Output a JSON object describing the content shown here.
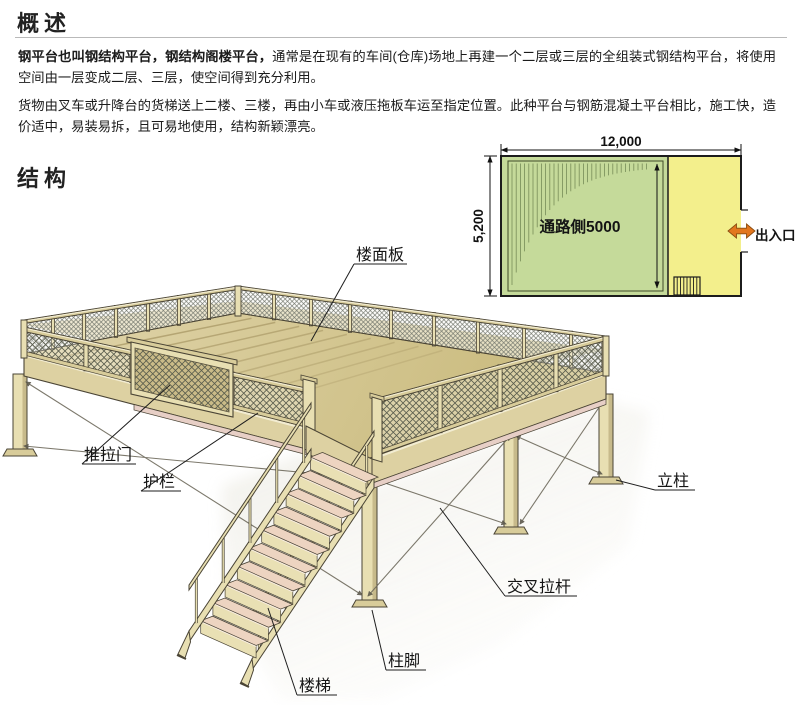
{
  "headings": {
    "overview": "概述",
    "structure": "结构"
  },
  "paragraphs": {
    "p1_bold": "钢平台也叫钢结构平台，钢结构阁楼平台，",
    "p1_rest": "通常是在现有的车间(仓库)场地上再建一个二层或三层的全组装式钢结构平台，将使用空间由一层变成二层、三层，使空间得到充分利用。",
    "p2": "货物由叉车或升降台的货梯送上二楼、三楼，再由小车或液压拖板车运至指定位置。此种平台与钢筋混凝土平台相比，施工快，造价适中，易装易拆，且可易地使用，结构新颖漂亮。"
  },
  "floor_plan": {
    "width_label": "12,000",
    "height_label": "5,200",
    "aisle_label": "通路側5000",
    "entrance_label": "出入口",
    "colors": {
      "storage_area": "#c5da9a",
      "aisle_area": "#f3ef8c",
      "entrance_arrow": "#e2761e"
    }
  },
  "diagram_labels": {
    "floor_panel": "楼面板",
    "sliding_door": "推拉门",
    "guardrail": "护栏",
    "stairs": "楼梯",
    "column_base": "柱脚",
    "cross_tie_rod": "交叉拉杆",
    "column": "立柱"
  }
}
